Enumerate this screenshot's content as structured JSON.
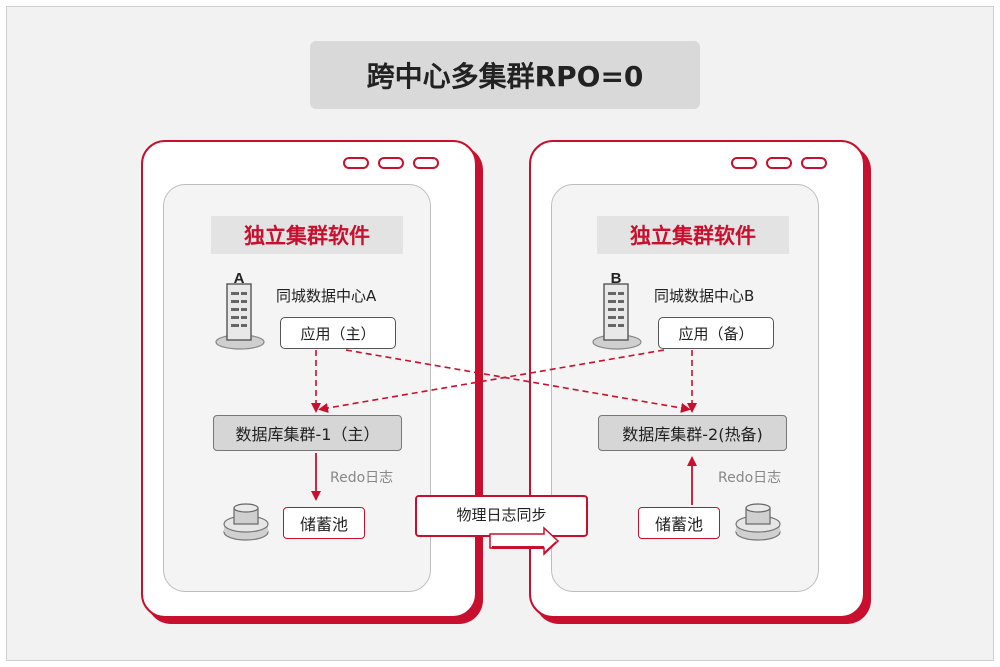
{
  "title": "跨中心多集群RPO=0",
  "left": {
    "software": "独立集群软件",
    "building_letter": "A",
    "datacenter": "同城数据中心A",
    "app": "应用（主）",
    "db_cluster": "数据库集群-1（主）",
    "redo": "Redo日志",
    "pool": "储蓄池"
  },
  "right": {
    "software": "独立集群软件",
    "building_letter": "B",
    "datacenter": "同城数据中心B",
    "app": "应用（备）",
    "db_cluster": "数据库集群-2(热备)",
    "redo": "Redo日志",
    "pool": "储蓄池"
  },
  "sync_label": "物理日志同步",
  "colors": {
    "accent": "#c8102e",
    "box_gray": "#d6d6d6",
    "panel_inner": "#f4f4f4"
  }
}
